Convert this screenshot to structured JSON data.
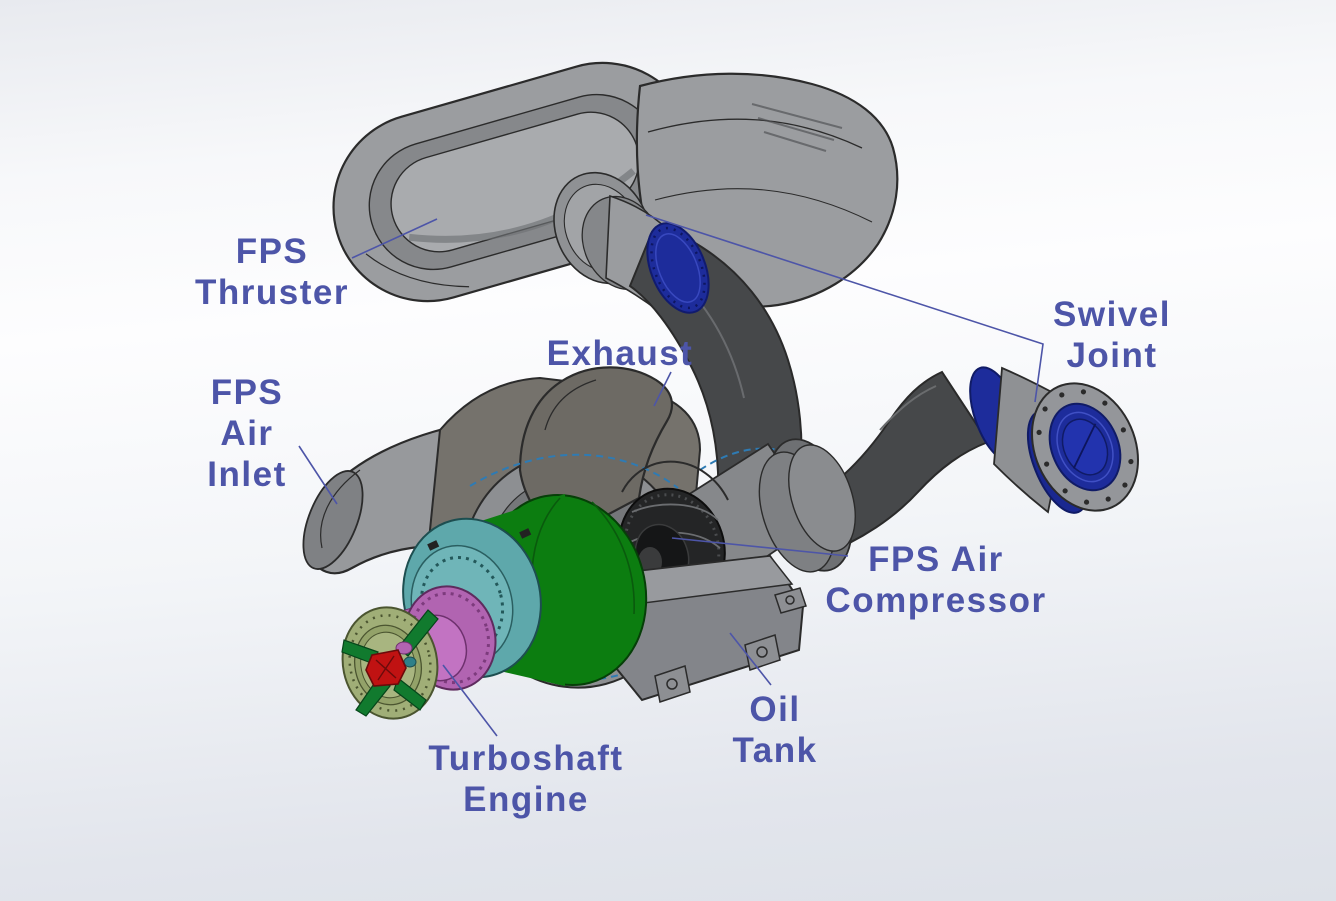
{
  "title": "FPS propulsion system CAD diagram",
  "labels": {
    "thruster": "FPS\nThruster",
    "exhaust": "Exhaust",
    "air_inlet": "FPS\nAir\nInlet",
    "swivel_joint": "Swivel\nJoint",
    "air_compressor": "FPS Air\nCompressor",
    "oil_tank": "Oil\nTank",
    "turboshaft_engine": "Turboshaft\nEngine"
  },
  "colors": {
    "label_text": "#4d55a8",
    "leader_line": "#4d55a8",
    "body_grey": "#9b9da0",
    "pipe_dark": "#46484a",
    "flange_blue": "#1d2c9b",
    "cone_green": "#0e8312",
    "ring_teal": "#5ea8ab",
    "gearbox_purple": "#b164b1",
    "prop_olive": "#a0ae77",
    "hub_red": "#c11212",
    "exhaust_taupe": "#6d6a64",
    "tank_grey": "#83858a"
  },
  "parts": [
    {
      "label": "FPS Thruster",
      "color": "#9b9da0"
    },
    {
      "label": "Exhaust",
      "color": "#6d6a64"
    },
    {
      "label": "FPS Air Inlet",
      "color": "#97999c"
    },
    {
      "label": "Swivel Joint",
      "color": "#1d2c9b"
    },
    {
      "label": "FPS Air Compressor",
      "color": "#85878a"
    },
    {
      "label": "Oil Tank",
      "color": "#83858a"
    },
    {
      "label": "Turboshaft Engine",
      "color": "#0e8312"
    }
  ]
}
